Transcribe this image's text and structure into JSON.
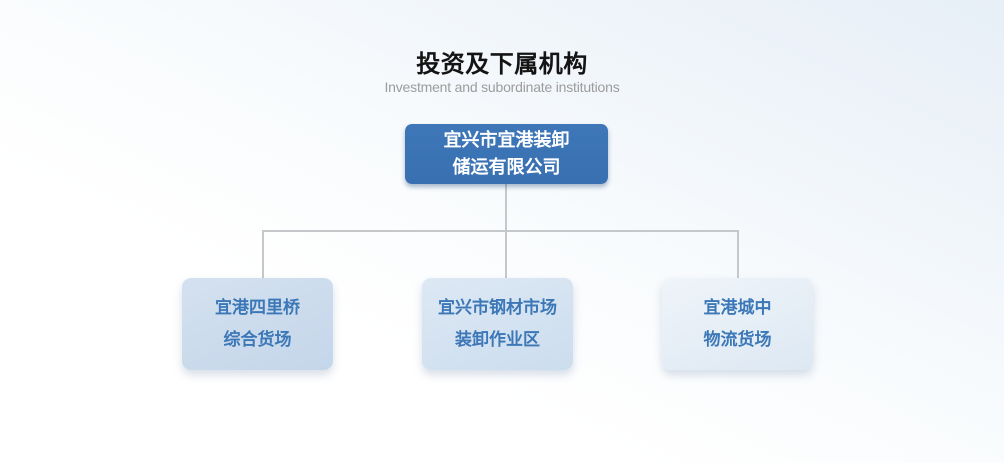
{
  "header": {
    "title": "投资及下属机构",
    "subtitle": "Investment and subordinate institutions"
  },
  "chart": {
    "type": "org-chart",
    "root": {
      "line1": "宜兴市宜港装卸",
      "line2": "储运有限公司"
    },
    "children": [
      {
        "line1": "宜港四里桥",
        "line2": "综合货场"
      },
      {
        "line1": "宜兴市钢材市场",
        "line2": "装卸作业区"
      },
      {
        "line1": "宜港城中",
        "line2": "物流货场"
      }
    ]
  },
  "colors": {
    "root_node_bg": "#3a72b4",
    "root_node_text": "#ffffff",
    "child_node_text": "#3c78b7",
    "child_node_bg_1": "#c8d9ea",
    "child_node_bg_2": "#d2e1f0",
    "child_node_bg_3": "#e4edf6",
    "connector_line": "#c5c8cb",
    "title_text": "#141414",
    "subtitle_text": "#9c9c9c",
    "page_bg_top": "#e7eff7",
    "page_bg_bottom": "#ffffff"
  }
}
